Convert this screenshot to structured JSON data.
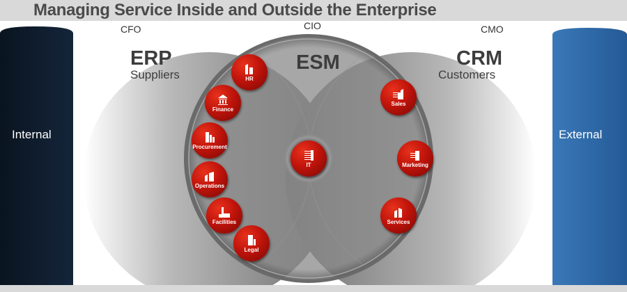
{
  "title": "Managing Service Inside and Outside the Enterprise",
  "sides": {
    "internal": "Internal",
    "external": "External"
  },
  "executives": {
    "cfo": "CFO",
    "cio": "CIO",
    "cmo": "CMO"
  },
  "erp": {
    "title": "ERP",
    "subtitle": "Suppliers"
  },
  "esm": {
    "title": "ESM"
  },
  "crm": {
    "title": "CRM",
    "subtitle": "Customers"
  },
  "bubbles": {
    "hr": "HR",
    "finance": "Finance",
    "procurement": "Procurement",
    "operations": "Operations",
    "facilities": "Facilities",
    "legal": "Legal",
    "it": "IT",
    "sales": "Sales",
    "marketing": "Marketing",
    "services": "Services"
  },
  "colors": {
    "internal": "#0c1a2a",
    "external": "#2f6aa8",
    "bubble": "#c0140b"
  }
}
